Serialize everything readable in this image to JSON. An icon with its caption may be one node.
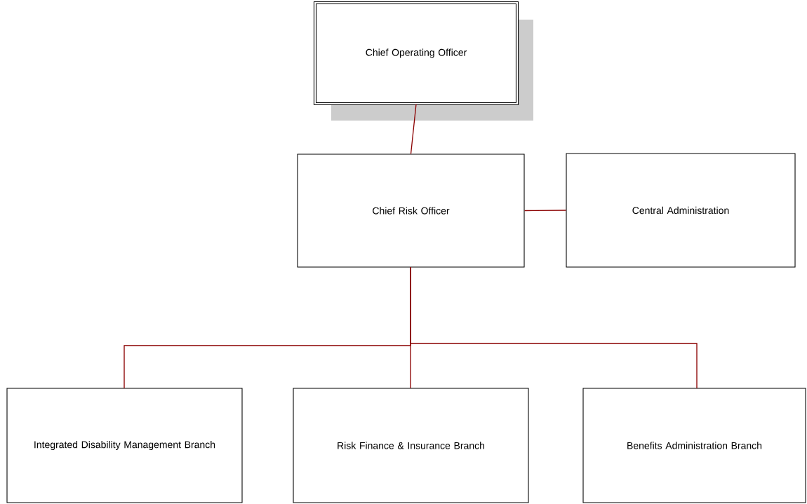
{
  "diagram": {
    "nodes": [
      {
        "text": [
          "Chief Operating Officer"
        ]
      },
      {
        "text": [
          "Chief Risk Officer"
        ]
      },
      {
        "text": [
          "Central Administration"
        ]
      },
      {
        "text": [
          "Integrated Disability Management Branch"
        ]
      },
      {
        "text": [
          "Risk Finance & Insurance Branch"
        ]
      },
      {
        "text": [
          "Benefits Administration Branch"
        ]
      }
    ],
    "edges": [
      {
        "from": 0,
        "to": 1,
        "arrow": "none"
      },
      {
        "from": 1,
        "to": 2,
        "arrow": "none"
      },
      {
        "from": 1,
        "to": 3,
        "arrow": "none"
      },
      {
        "from": 1,
        "to": 4,
        "arrow": "none"
      },
      {
        "from": 1,
        "to": 5,
        "arrow": "none"
      }
    ]
  }
}
